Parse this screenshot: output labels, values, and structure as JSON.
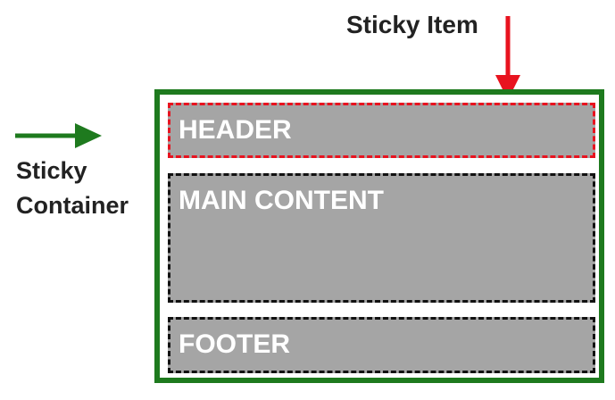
{
  "labels": {
    "sticky_item": "Sticky Item",
    "sticky_container_line1": "Sticky",
    "sticky_container_line2": "Container"
  },
  "sections": {
    "header": "HEADER",
    "main": "MAIN CONTENT",
    "footer": "FOOTER"
  },
  "colors": {
    "container_border": "#1e7a1e",
    "container_arrow": "#1e7a1e",
    "sticky_item_arrow": "#e8131f",
    "header_border": "#e8131f",
    "section_border": "#111111",
    "section_fill": "#a5a5a5",
    "section_text": "#ffffff"
  }
}
